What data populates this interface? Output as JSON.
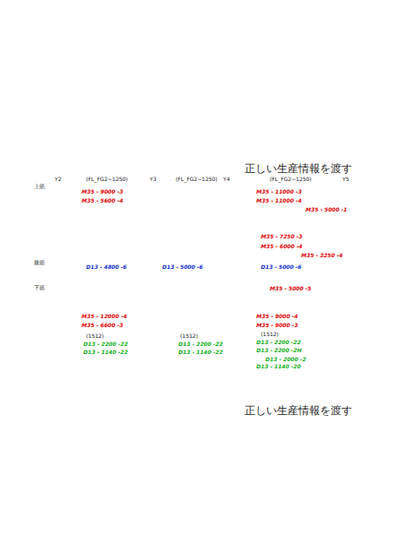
{
  "diagram": {
    "labels": [
      "正しい生産情報を渡す",
      "Y2",
      "(FL_FG2~1250)",
      "Y3",
      "(FL_FG2~1250)",
      "Y4",
      "(FL_FG2~1250)",
      "Y5",
      "上筋",
      "腹筋",
      "下筋",
      "M35 - 9000 -3",
      "M35 - 5600 -4",
      "M35 - 11000 -3",
      "M35 - 11000 -4",
      "M35 - 5000 -1",
      "M35 - 7250 -3",
      "M35 - 6000 -4",
      "M35 - 3250 -4",
      "D13 - 4800 -6",
      "D13 - 5000 -6",
      "D13 - 5000 -6",
      "M35 - 5000 -5",
      "M35 - 12000 -4",
      "M35 - 6600 -3",
      "M35 - 9000 -4",
      "M35 - 9000 -3",
      "(1512)",
      "D13 - 2200 -22",
      "D13 - 1140 -22",
      "(1512)",
      "D13 - 2200 -22",
      "D13 - 1140 -22",
      "(1512)",
      "D13 - 2200 -22",
      "D13 - 2200 -2H",
      "D13 - 2000 -2",
      "D13 - 1140 -20",
      "正しい生産情報を渡す"
    ]
  }
}
